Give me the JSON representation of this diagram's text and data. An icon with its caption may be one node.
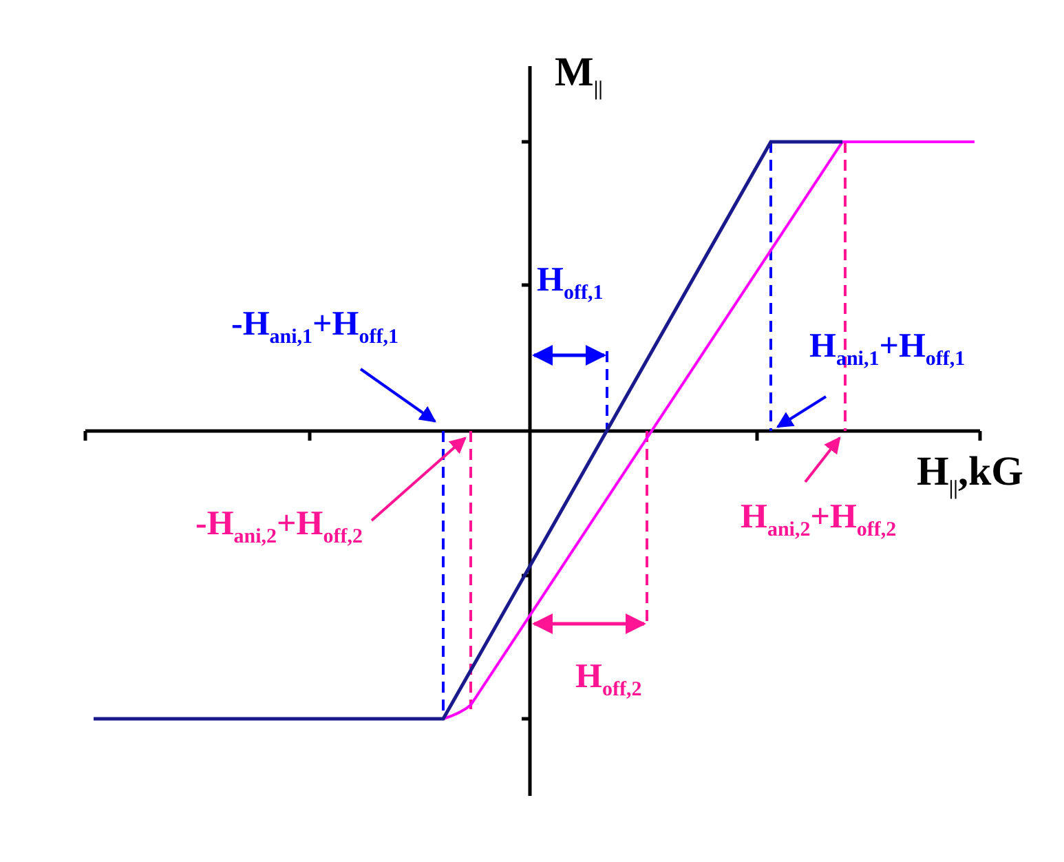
{
  "diagram": {
    "nodes": [
      {
        "text": [
          "-H$_{ani,1}$+H$_{off,1}$"
        ]
      },
      {
        "text": [
          "H$_{ani,1}$+H$_{off,1}$"
        ]
      },
      {
        "text": [
          "-H$_{ani,2}$+H$_{off,2}$"
        ]
      },
      {
        "text": [
          "H$_{ani,2}$+H$_{off,2}$"
        ]
      }
    ],
    "edges": [
      {
        "from": 0,
        "to": null,
        "arrow": "to",
        "color": "#0000ff"
      },
      {
        "from": 1,
        "to": null,
        "arrow": "to",
        "color": "#0000ff"
      },
      {
        "from": 2,
        "to": null,
        "arrow": "to",
        "color": "#ff1493"
      },
      {
        "from": 3,
        "to": null,
        "arrow": "to",
        "color": "#ff1493"
      }
    ],
    "labels": [
      "M$_{||}$",
      "H$_{off,1}$",
      "H$_{||}$,kG",
      "H$_{off,2}$"
    ]
  }
}
